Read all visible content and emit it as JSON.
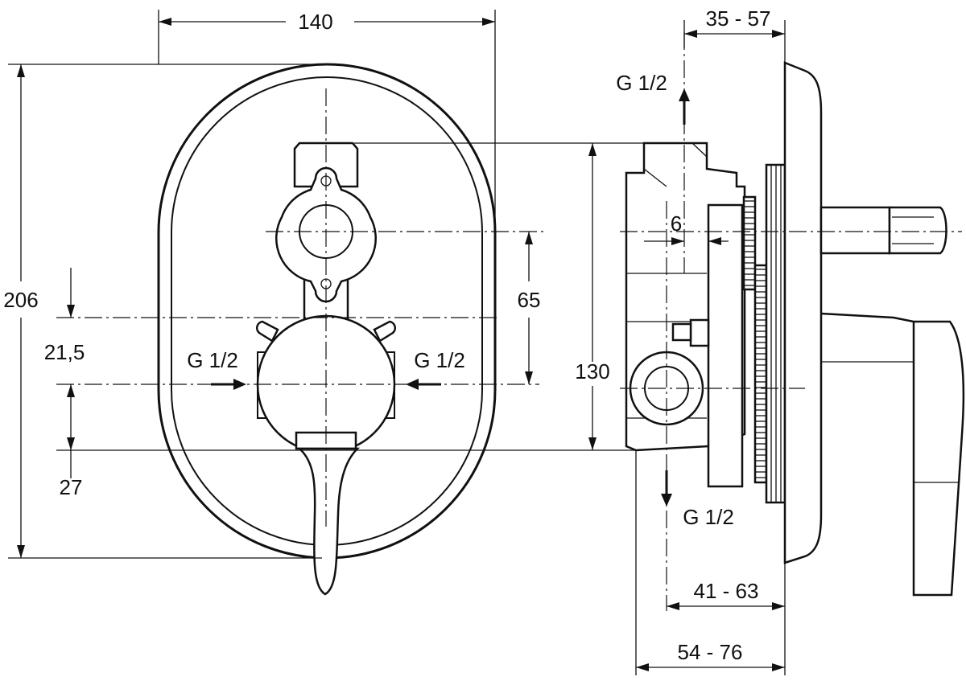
{
  "labels": {
    "front_width": "140",
    "front_height": "206",
    "spacing_upper": "65",
    "spacing_right": "130",
    "offset_a": "21,5",
    "offset_b": "27",
    "side_top": "35 - 57",
    "side_six": "6",
    "side_mid": "41 - 63",
    "side_bottom": "54 - 76",
    "connection_top": "G 1/2",
    "connection_left": "G 1/2",
    "connection_right": "G 1/2",
    "connection_bottom": "G 1/2"
  }
}
